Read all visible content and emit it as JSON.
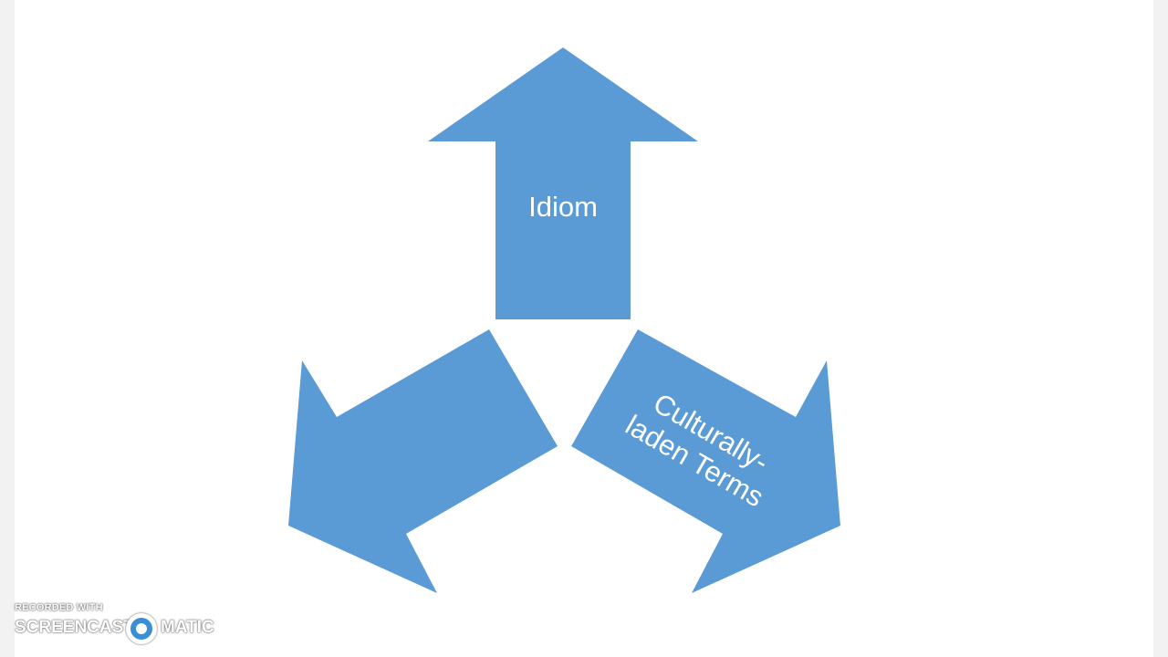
{
  "diagram": {
    "colors": {
      "arrow_fill": "#5b9bd5",
      "label_text": "#ffffff",
      "background": "#ffffff"
    },
    "arrows": [
      {
        "direction": "up",
        "label_lines": [
          "Idiom"
        ]
      },
      {
        "direction": "down-left",
        "label_lines": []
      },
      {
        "direction": "down-right",
        "label_lines": [
          "Culturally-",
          "laden Terms"
        ]
      }
    ]
  },
  "watermark": {
    "recorded_with": "RECORDED WITH",
    "brand_left": "SCREENCAST",
    "brand_right": "MATIC",
    "logo_icon": "screencast-o-matic-logo-icon"
  }
}
